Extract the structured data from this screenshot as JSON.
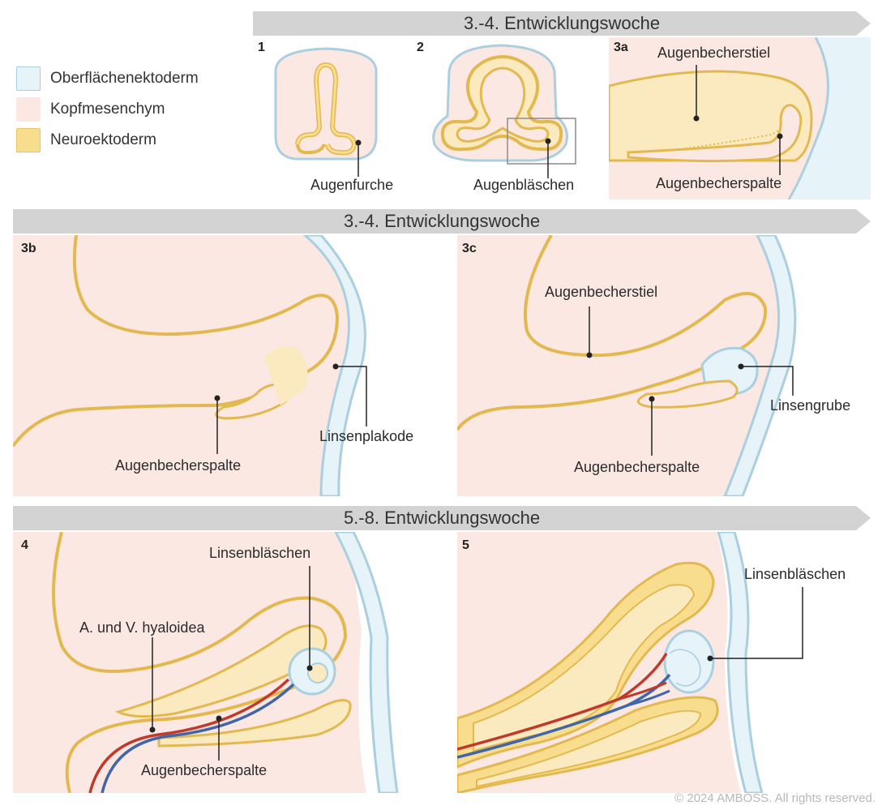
{
  "banners": {
    "top": "3.-4. Entwicklungswoche",
    "middle": "3.-4. Entwicklungswoche",
    "bottom": "5.-8. Entwicklungswoche"
  },
  "legend": [
    {
      "label": "Oberflächenektoderm",
      "color": "#e6f3f8",
      "border": "#a9cfe0"
    },
    {
      "label": "Kopfmesenchym",
      "color": "#fce8e3",
      "border": "#fce8e3"
    },
    {
      "label": "Neuroektoderm",
      "color": "#f8dd8f",
      "border": "#e9c56b"
    }
  ],
  "panels": {
    "p1": {
      "number": "1",
      "label": "Augenfurche"
    },
    "p2": {
      "number": "2",
      "label": "Augenbläschen"
    },
    "p3a": {
      "number": "3a",
      "labels": [
        "Augenbecherstiel",
        "Augenbecherspalte"
      ]
    },
    "p3b": {
      "number": "3b",
      "labels": [
        "Augenbecherspalte",
        "Linsenplakode"
      ]
    },
    "p3c": {
      "number": "3c",
      "labels": [
        "Augenbecherstiel",
        "Linsengrube",
        "Augenbecherspalte"
      ]
    },
    "p4": {
      "number": "4",
      "labels": [
        "Linsenbläschen",
        "A. und V. hyaloidea",
        "Augenbecherspalte"
      ]
    },
    "p5": {
      "number": "5",
      "labels": [
        "Linsenbläschen"
      ]
    }
  },
  "colors": {
    "mesenchyme": "#fce8e3",
    "neuro": "#f8dd8f",
    "neuro_light": "#fbeac0",
    "neuro_line": "#e3b94f",
    "ectoderm": "#e6f3f8",
    "ectoderm_line": "#a9cfe0",
    "artery": "#c0392b",
    "vein": "#3f66a8",
    "banner": "#d3d3d3"
  },
  "copyright": "© 2024 AMBOSS. All rights reserved."
}
